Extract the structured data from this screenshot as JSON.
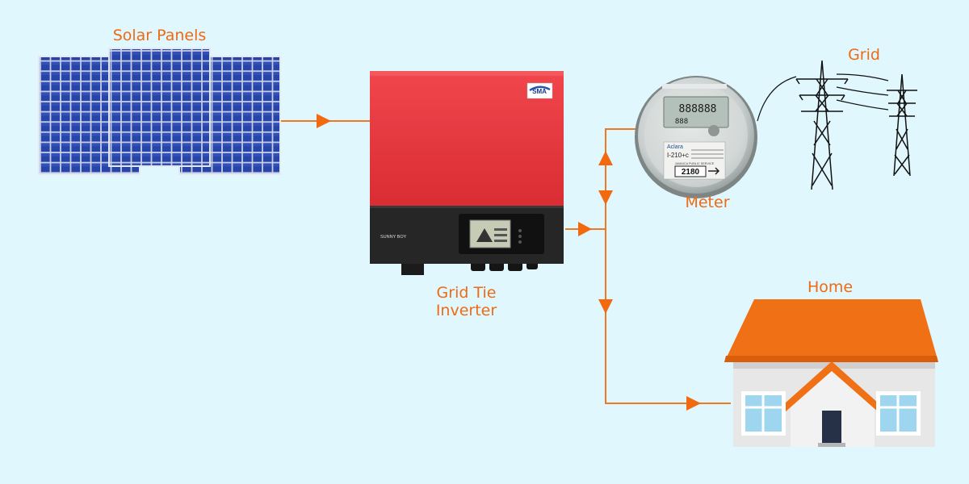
{
  "labels": {
    "solar_panels": "Solar Panels",
    "inverter_line1": "Grid Tie",
    "inverter_line2": "Inverter",
    "meter": "Meter",
    "grid": "Grid",
    "home": "Home"
  },
  "inverter": {
    "brand": "SMA",
    "model": "SUNNY BOY"
  },
  "meter": {
    "display_main": "888888",
    "display_sub": "888",
    "brand": "Aclara",
    "model": "I-210+c",
    "number": "2180",
    "utility": "JAMAICA PUBLIC SERVICE"
  },
  "colors": {
    "background": "#E0F7FD",
    "accent": "#EE6A14",
    "flow_line": "#F0781E",
    "inverter_red": "#E8383F",
    "inverter_dark": "#262626",
    "panel_blue": "#1F3FA0",
    "roof": "#F07016"
  }
}
